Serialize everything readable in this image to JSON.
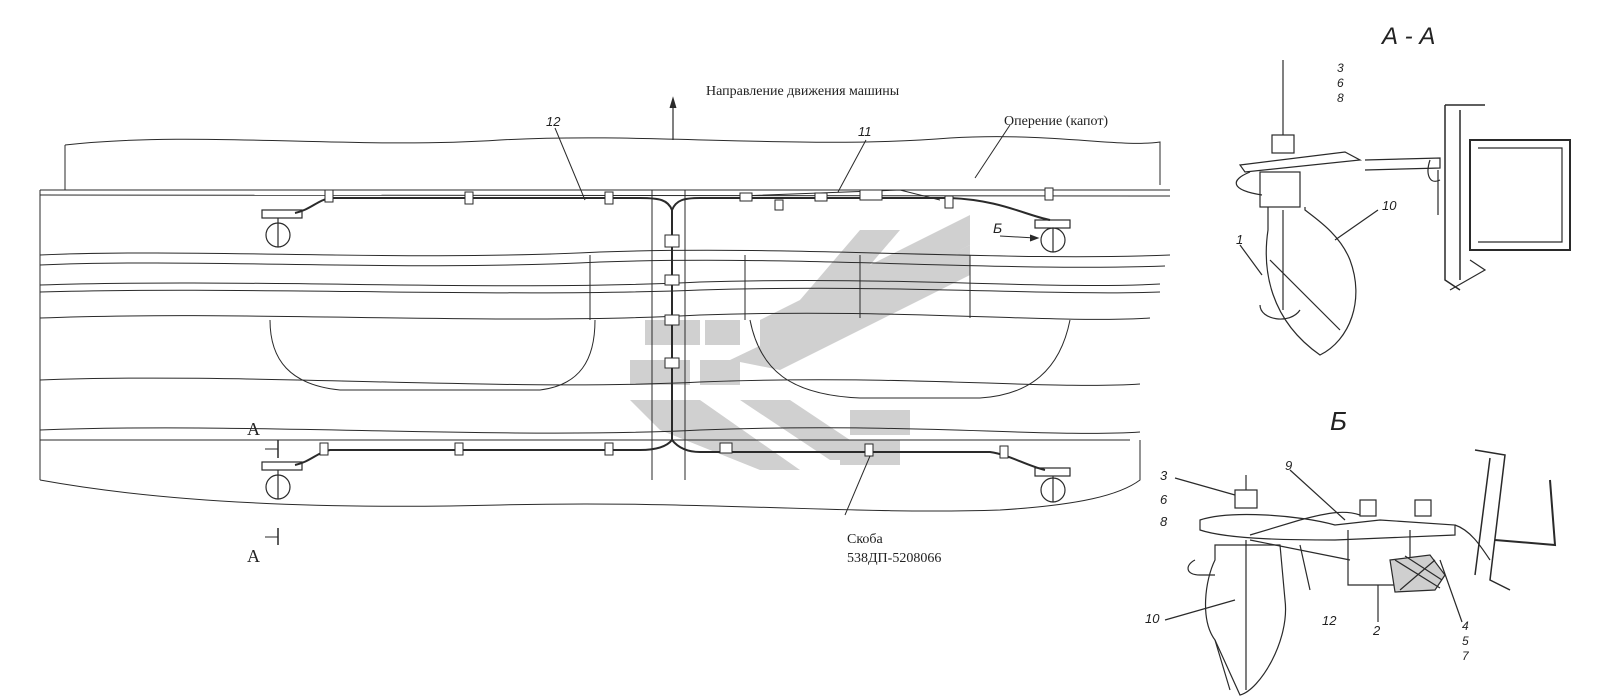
{
  "title": "",
  "labels": {
    "direction": "Направление движения машины",
    "hood": "Оперение (капот)",
    "bracket_name": "Скоба",
    "bracket_code": "538ДП-5208066",
    "section_aa": "А - А",
    "view_b_title": "Б",
    "view_b_arrow": "Б",
    "cut_top": "А",
    "cut_bottom": "А"
  },
  "callouts": {
    "main_12": "12",
    "main_11": "11",
    "aa_3": "3",
    "aa_6": "6",
    "aa_8": "8",
    "aa_10": "10",
    "aa_1": "1",
    "b_3": "3",
    "b_6": "6",
    "b_8": "8",
    "b_9": "9",
    "b_10": "10",
    "b_12": "12",
    "b_2": "2",
    "b_4": "4",
    "b_5": "5",
    "b_7": "7"
  },
  "colors": {
    "line": "#2a2a2a",
    "watermark": "#c8c8c8",
    "background": "#ffffff"
  }
}
